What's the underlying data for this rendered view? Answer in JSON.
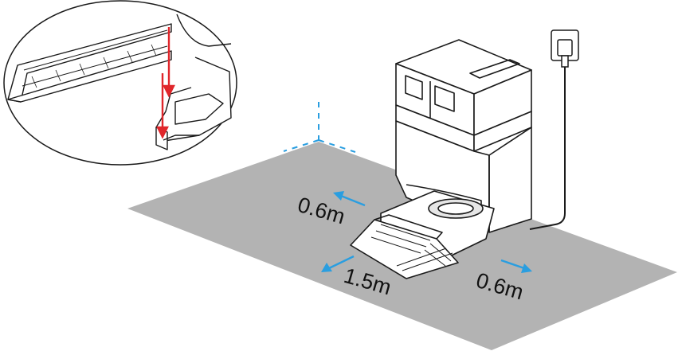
{
  "dimensions": {
    "left_clearance": "0.6m",
    "front_clearance": "1.5m",
    "right_clearance": "0.6m"
  },
  "colors": {
    "floor_area": "#b3b3b3",
    "arrow": "#2a9ee0",
    "callout_arrow": "#e0262b",
    "line_art": "#1a1a1a"
  },
  "icons": {
    "left_arrow": "arrow-up-left-icon",
    "front_arrow": "arrow-down-left-icon",
    "right_arrow": "arrow-down-right-icon",
    "wall_outlet": "wall-socket-icon",
    "callout_insert": "red-down-arrow-icon"
  }
}
